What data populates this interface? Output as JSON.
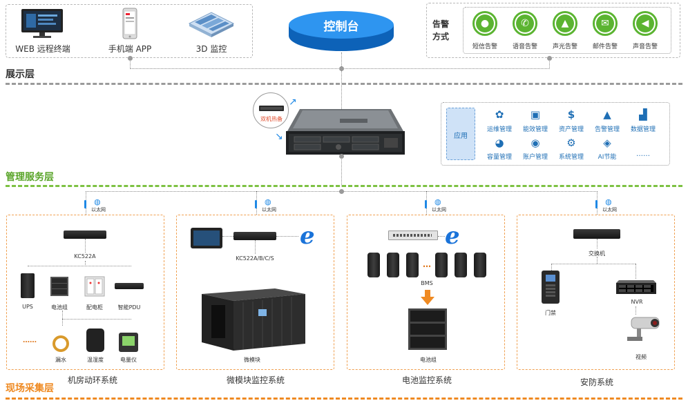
{
  "display_layer": {
    "title": "展示层",
    "terminals": [
      {
        "label": "WEB 远程终端",
        "icon": "monitor-icon"
      },
      {
        "label": "手机端 APP",
        "icon": "phone-icon"
      },
      {
        "label": "3D 监控",
        "icon": "3d-datacenter-icon"
      }
    ],
    "console": "控制台",
    "alarm": {
      "title_line1": "告警",
      "title_line2": "方式",
      "methods": [
        {
          "label": "短信告警",
          "icon": "sms-icon"
        },
        {
          "label": "语音告警",
          "icon": "voice-call-icon"
        },
        {
          "label": "声光告警",
          "icon": "siren-icon"
        },
        {
          "label": "邮件告警",
          "icon": "mail-icon"
        },
        {
          "label": "声音告警",
          "icon": "speaker-icon"
        }
      ]
    }
  },
  "management_layer": {
    "title": "管理服务层",
    "hot_standby": "双机热备",
    "application": {
      "label": "应用",
      "row1": [
        {
          "label": "运维管理",
          "icon": "gear-icon"
        },
        {
          "label": "能效管理",
          "icon": "screen-chart-icon"
        },
        {
          "label": "资产管理",
          "icon": "money-bag-icon"
        },
        {
          "label": "告警管理",
          "icon": "warning-icon"
        },
        {
          "label": "数据管理",
          "icon": "bar-chart-icon"
        }
      ],
      "row2": [
        {
          "label": "容量管理",
          "icon": "pie-chart-icon"
        },
        {
          "label": "账户管理",
          "icon": "user-icon"
        },
        {
          "label": "系统管理",
          "icon": "cog-box-icon"
        },
        {
          "label": "AI节能",
          "icon": "ai-leaf-icon"
        },
        {
          "label": "……",
          "icon": ""
        }
      ]
    }
  },
  "field_layer": {
    "title": "现场采集层",
    "ethernet": "以太网",
    "systems": [
      {
        "name": "机房动环系统",
        "gateway": "KC522A",
        "devices": [
          "UPS",
          "电池组",
          "配电柜",
          "智能PDU"
        ],
        "sensors": [
          "漏水",
          "温湿度",
          "电量仪"
        ],
        "ellipsis": "……"
      },
      {
        "name": "微模块监控系统",
        "gateway": "KC522A/B/C/S",
        "module": "微模块"
      },
      {
        "name": "电池监控系统",
        "bms": "BMS",
        "battery": "电池组",
        "ellipsis": "…"
      },
      {
        "name": "安防系统",
        "switch": "交换机",
        "access": "门禁",
        "nvr": "NVR",
        "camera": "视频"
      }
    ]
  },
  "colors": {
    "console_blue": "#1f8ef1",
    "alarm_green": "#5bb431",
    "app_blue": "#1f6fb5",
    "layer_gray": "#9b9b9b",
    "layer_green": "#7dc142",
    "layer_orange": "#ef8a22"
  }
}
